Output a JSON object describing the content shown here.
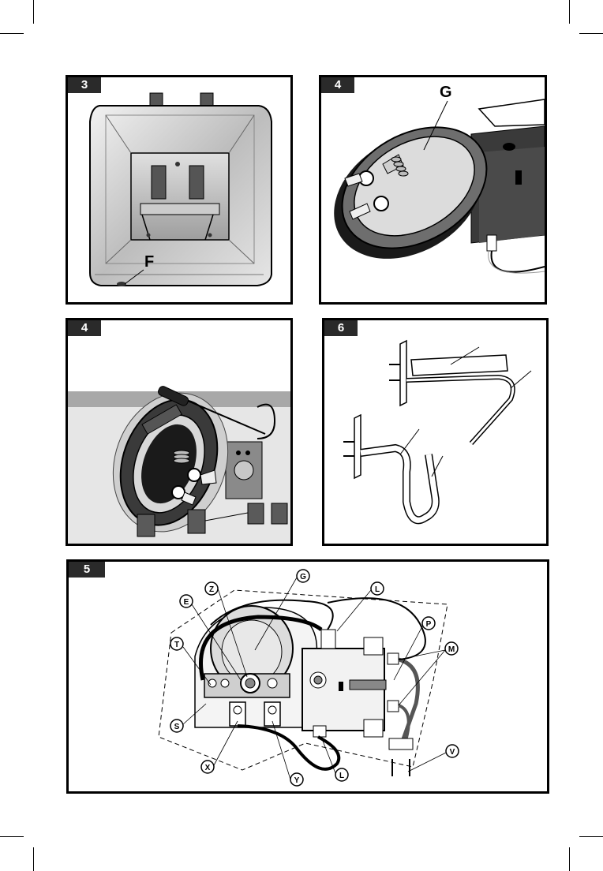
{
  "figures": [
    {
      "id": "fig3",
      "number": "3",
      "labels": [
        "F"
      ]
    },
    {
      "id": "fig4a",
      "number": "4",
      "labels": [
        "G"
      ]
    },
    {
      "id": "fig4b",
      "number": "4",
      "labels": []
    },
    {
      "id": "fig6",
      "number": "6",
      "labels": []
    },
    {
      "id": "fig5",
      "number": "5",
      "labels": [
        "Z",
        "G",
        "L",
        "E",
        "P",
        "T",
        "M",
        "S",
        "V",
        "X",
        "L",
        "Y"
      ]
    }
  ],
  "colors": {
    "ink": "#000000",
    "tag_bg": "#2a2a2a",
    "mid_gray": "#9a9a9a",
    "light_gray": "#d9d9d9",
    "dark_gray": "#3a3a3a"
  },
  "icons": [
    "crop-mark-icon",
    "heating-element-icon",
    "thermostat-icon",
    "screwdriver-icon",
    "water-heater-tank-icon"
  ]
}
